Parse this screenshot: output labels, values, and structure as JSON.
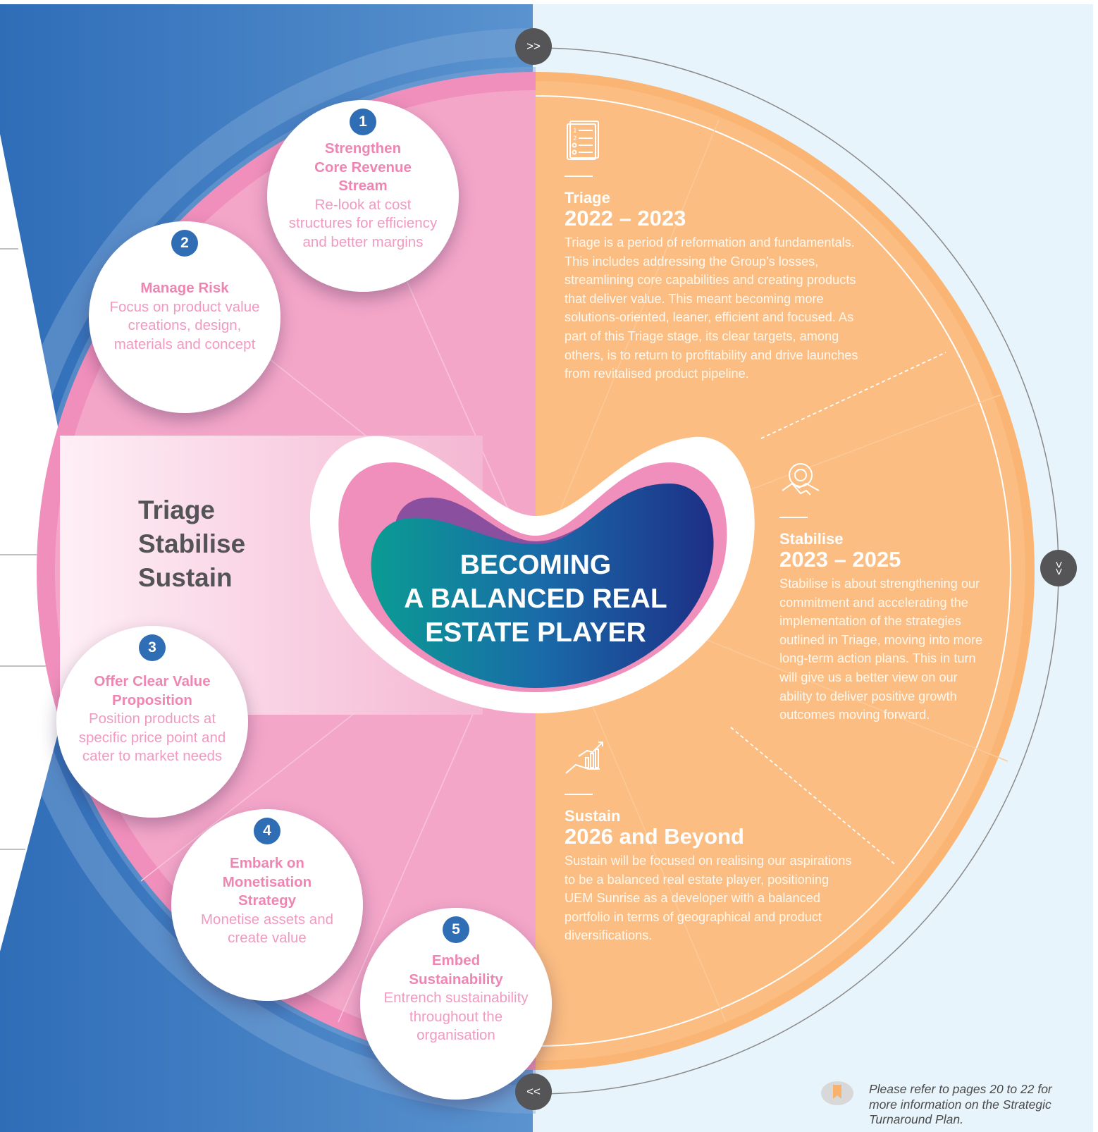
{
  "center_title": [
    "BECOMING",
    "A BALANCED REAL",
    "ESTATE PLAYER"
  ],
  "side_words": [
    "Triage",
    "Stabilise",
    "Sustain"
  ],
  "pillars": [
    {
      "number": "1",
      "title": "Strengthen Core Revenue Stream",
      "description": "Re-look at cost structures for efficiency and better margins"
    },
    {
      "number": "2",
      "title": "Manage Risk",
      "description": "Focus on product value creations, design, materials and concept"
    },
    {
      "number": "3",
      "title": "Offer Clear Value Proposition",
      "description": "Position products at specific price point and cater to market needs"
    },
    {
      "number": "4",
      "title": "Embark on Monetisation Strategy",
      "description": "Monetise assets and create value"
    },
    {
      "number": "5",
      "title": "Embed Sustainability",
      "description": "Entrench sustainability throughout the organisation"
    }
  ],
  "stages": [
    {
      "label": "Triage",
      "years": "2022 – 2023",
      "icon": "checklist-icon",
      "text": "Triage is a period of reformation and fundamentals. This includes addressing the Group's losses, streamlining core capabilities and creating products that deliver value. This meant becoming more solutions-oriented, leaner, efficient and focused. As part of this Triage stage, its clear targets, among others, is to return to profitability and drive launches from revitalised product pipeline."
    },
    {
      "label": "Stabilise",
      "years": "2023 – 2025",
      "icon": "handshake-gear-icon",
      "text": "Stabilise is about strengthening our commitment and accelerating the implementation of the strategies outlined in Triage, moving into more long-term action plans. This in turn will give us a better view on our ability to deliver positive growth outcomes moving forward."
    },
    {
      "label": "Sustain",
      "years": "2026 and Beyond",
      "icon": "growth-chart-hand-icon",
      "text": "Sustain will be focused on realising our aspirations to be a balanced real estate player, positioning UEM Sunrise as a developer with a balanced portfolio in terms of geographical and product diversifications."
    }
  ],
  "nav": {
    "forward": ">>",
    "down": ">>",
    "back": "<<"
  },
  "note": "Please refer to pages 20 to 22 for more information on the Strategic Turnaround Plan.",
  "colors": {
    "blue": "#3a78bf",
    "pink": "#f4a6c9",
    "orange": "#f9bd80",
    "light_blue": "#e7f3fb",
    "dark_grey": "#555557",
    "pillar_pink": "#ef85b3"
  }
}
